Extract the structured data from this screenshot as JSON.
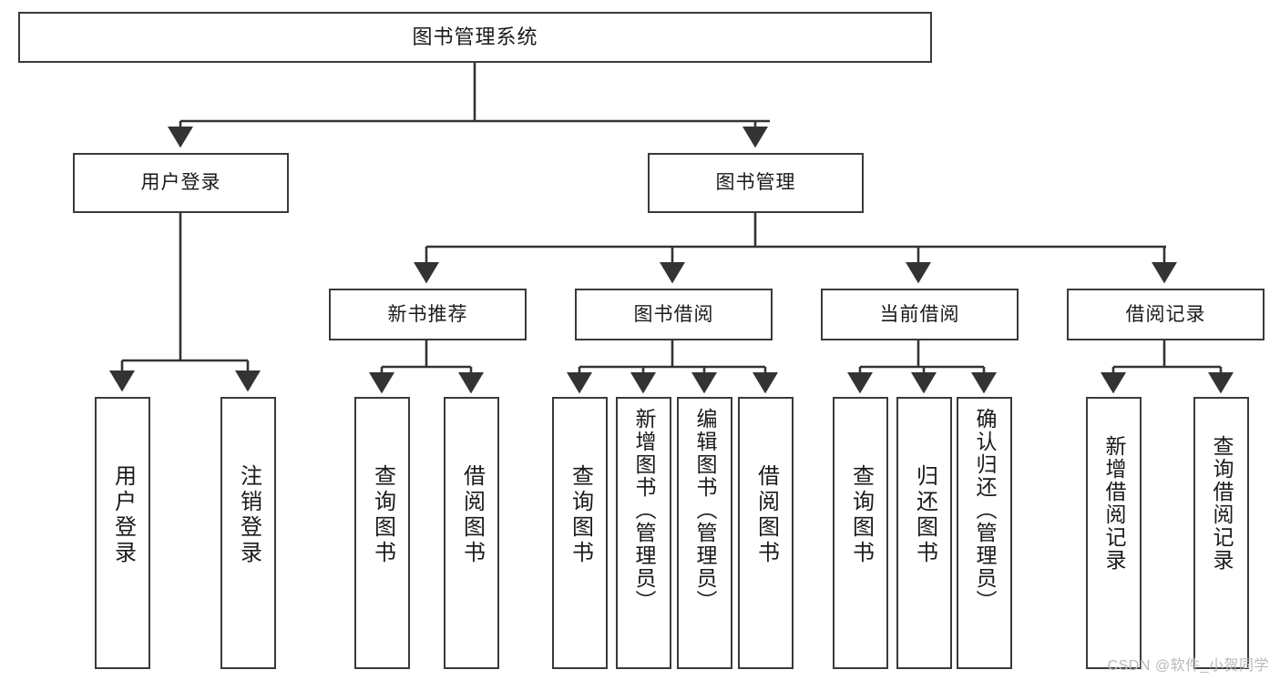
{
  "diagram": {
    "type": "tree-hierarchy-chart",
    "title": "图书管理系统",
    "watermark": "CSDN @软件_小贺同学",
    "colors": {
      "box_border": "#3a3a3a",
      "box_fill": "#ffffff",
      "connector": "#333333",
      "text": "#1a1a1a",
      "watermark": "#b9b9b9"
    },
    "levels": {
      "level1": [
        {
          "id": "root",
          "label": "图书管理系统"
        }
      ],
      "level2": [
        {
          "id": "user-login",
          "label": "用户登录",
          "parent": "root"
        },
        {
          "id": "book-manage",
          "label": "图书管理",
          "parent": "root"
        }
      ],
      "level3": [
        {
          "id": "new-book-rec",
          "label": "新书推荐",
          "parent": "book-manage"
        },
        {
          "id": "book-borrow",
          "label": "图书借阅",
          "parent": "book-manage"
        },
        {
          "id": "current-borrow",
          "label": "当前借阅",
          "parent": "book-manage"
        },
        {
          "id": "borrow-record",
          "label": "借阅记录",
          "parent": "book-manage"
        }
      ],
      "leaves": [
        {
          "id": "leaf-user-login",
          "label": "用户登录",
          "parent": "user-login"
        },
        {
          "id": "leaf-logout",
          "label": "注销登录",
          "parent": "user-login"
        },
        {
          "id": "leaf-query-book-1",
          "label": "查询图书",
          "parent": "new-book-rec"
        },
        {
          "id": "leaf-borrow-book-1",
          "label": "借阅图书",
          "parent": "new-book-rec"
        },
        {
          "id": "leaf-query-book-2",
          "label": "查询图书",
          "parent": "book-borrow"
        },
        {
          "id": "leaf-add-book",
          "label": "新增图书（管理员）",
          "parent": "book-borrow"
        },
        {
          "id": "leaf-edit-book",
          "label": "编辑图书（管理员）",
          "parent": "book-borrow"
        },
        {
          "id": "leaf-borrow-book-2",
          "label": "借阅图书",
          "parent": "book-borrow"
        },
        {
          "id": "leaf-query-book-3",
          "label": "查询图书",
          "parent": "current-borrow"
        },
        {
          "id": "leaf-return-book",
          "label": "归还图书",
          "parent": "current-borrow"
        },
        {
          "id": "leaf-confirm-return",
          "label": "确认归还（管理员）",
          "parent": "current-borrow"
        },
        {
          "id": "leaf-add-record",
          "label": "新增借阅记录",
          "parent": "borrow-record"
        },
        {
          "id": "leaf-query-record",
          "label": "查询借阅记录",
          "parent": "borrow-record"
        }
      ]
    }
  }
}
